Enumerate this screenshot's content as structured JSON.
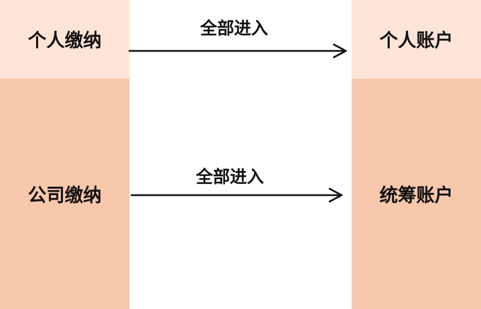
{
  "boxes": {
    "personal_pay": "个人缴纳",
    "company_pay": "公司缴纳",
    "personal_account": "个人账户",
    "pooled_account": "统筹账户"
  },
  "arrows": {
    "top_label": "全部进入",
    "bottom_label": "全部进入"
  },
  "colors": {
    "light_peach": "#fde4d6",
    "peach": "#f7c8ab",
    "arrow": "#111111"
  }
}
